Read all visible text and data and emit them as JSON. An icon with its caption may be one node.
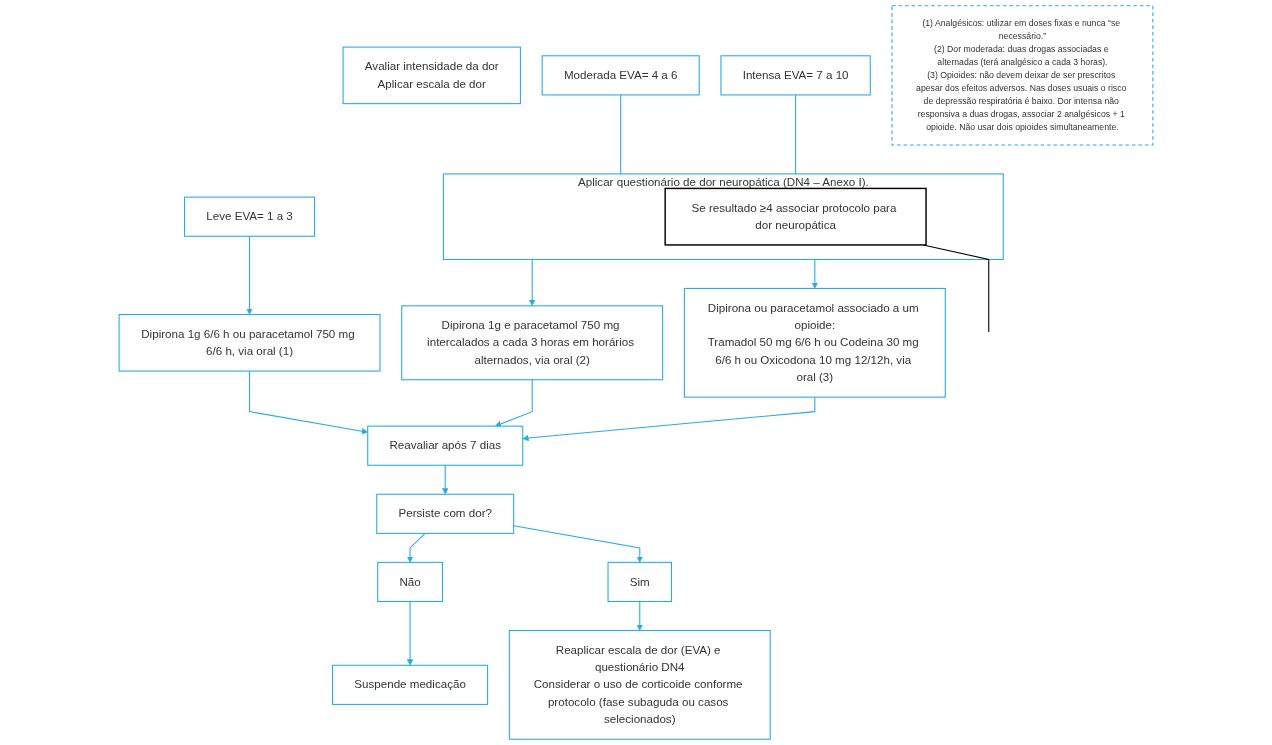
{
  "diagram": {
    "nodes": [
      {
        "text": [
          "Avaliar intensidade da dor",
          "Aplicar escala de dor"
        ]
      },
      {
        "text": [
          "Leve EVA= 1 a 3"
        ]
      },
      {
        "text": [
          "Moderada EVA= 4 a 6"
        ]
      },
      {
        "text": [
          "Intensa EVA= 7 a 10"
        ]
      },
      {
        "text": [
          "Aplicar questionário de dor neuropática (DN4 – Anexo I)."
        ]
      },
      {
        "text": [
          "Se resultado ≥4 associar protocolo para dor neuropática"
        ],
        "in": 4
      },
      {
        "text": [
          "Dipirona 1g 6/6 h ou paracetamol 750 mg 6/6 h, via oral (1)"
        ]
      },
      {
        "text": [
          "Dipirona 1g e paracetamol 750 mg intercalados a cada 3 horas em horários alternados, via oral (2)"
        ]
      },
      {
        "text": [
          "Dipirona ou paracetamol associado a um opioide:",
          "Tramadol 50 mg 6/6 h ou Codeina 30 mg 6/6 h ou Oxicodona 10 mg 12/12h, via oral (3)"
        ]
      },
      {
        "text": [
          "Reavaliar após 7 dias"
        ]
      },
      {
        "text": [
          "Persiste com dor?"
        ]
      },
      {
        "text": [
          "Não"
        ]
      },
      {
        "text": [
          "Sim"
        ]
      },
      {
        "text": [
          "Suspende medicação"
        ]
      },
      {
        "text": [
          "Reaplicar escala de dor (EVA) e questionário DN4",
          "Considerar o uso de corticoide conforme protocolo (fase subaguda ou casos selecionados)"
        ]
      },
      {
        "text": [
          "(1) Analgésicos: utilizar em doses fixas e nunca “se necessário.”",
          "(2) Dor moderada: duas drogas associadas e alternadas (terá analgésico a cada 3 horas).",
          "(3) Opioides: não devem deixar de ser prescritos apesar dos efeitos adversos. Nas doses usuais o risco de depressão respiratória é baixo. Dor intensa não responsiva a duas drogas, associar 2 analgésicos + 1 opioide. Não usar dois opioides simultaneamente."
        ]
      }
    ],
    "edges": [
      {
        "from": 2,
        "to": 4,
        "arrow": "none"
      },
      {
        "from": 3,
        "to": 4,
        "arrow": "none"
      },
      {
        "from": 1,
        "to": 6,
        "arrow": "to"
      },
      {
        "from": 4,
        "to": 7,
        "arrow": "to"
      },
      {
        "from": 4,
        "to": 8,
        "arrow": "to"
      },
      {
        "from": 5,
        "to": null,
        "arrow": "none",
        "color": "#000000"
      },
      {
        "from": 6,
        "to": 9,
        "arrow": "to"
      },
      {
        "from": 7,
        "to": 9,
        "arrow": "to"
      },
      {
        "from": 8,
        "to": 9,
        "arrow": "to"
      },
      {
        "from": 9,
        "to": 10,
        "arrow": "to"
      },
      {
        "from": 10,
        "to": 11,
        "arrow": "to"
      },
      {
        "from": 10,
        "to": 12,
        "arrow": "to"
      },
      {
        "from": 11,
        "to": 13,
        "arrow": "to"
      },
      {
        "from": 12,
        "to": 14,
        "arrow": "to"
      }
    ]
  }
}
